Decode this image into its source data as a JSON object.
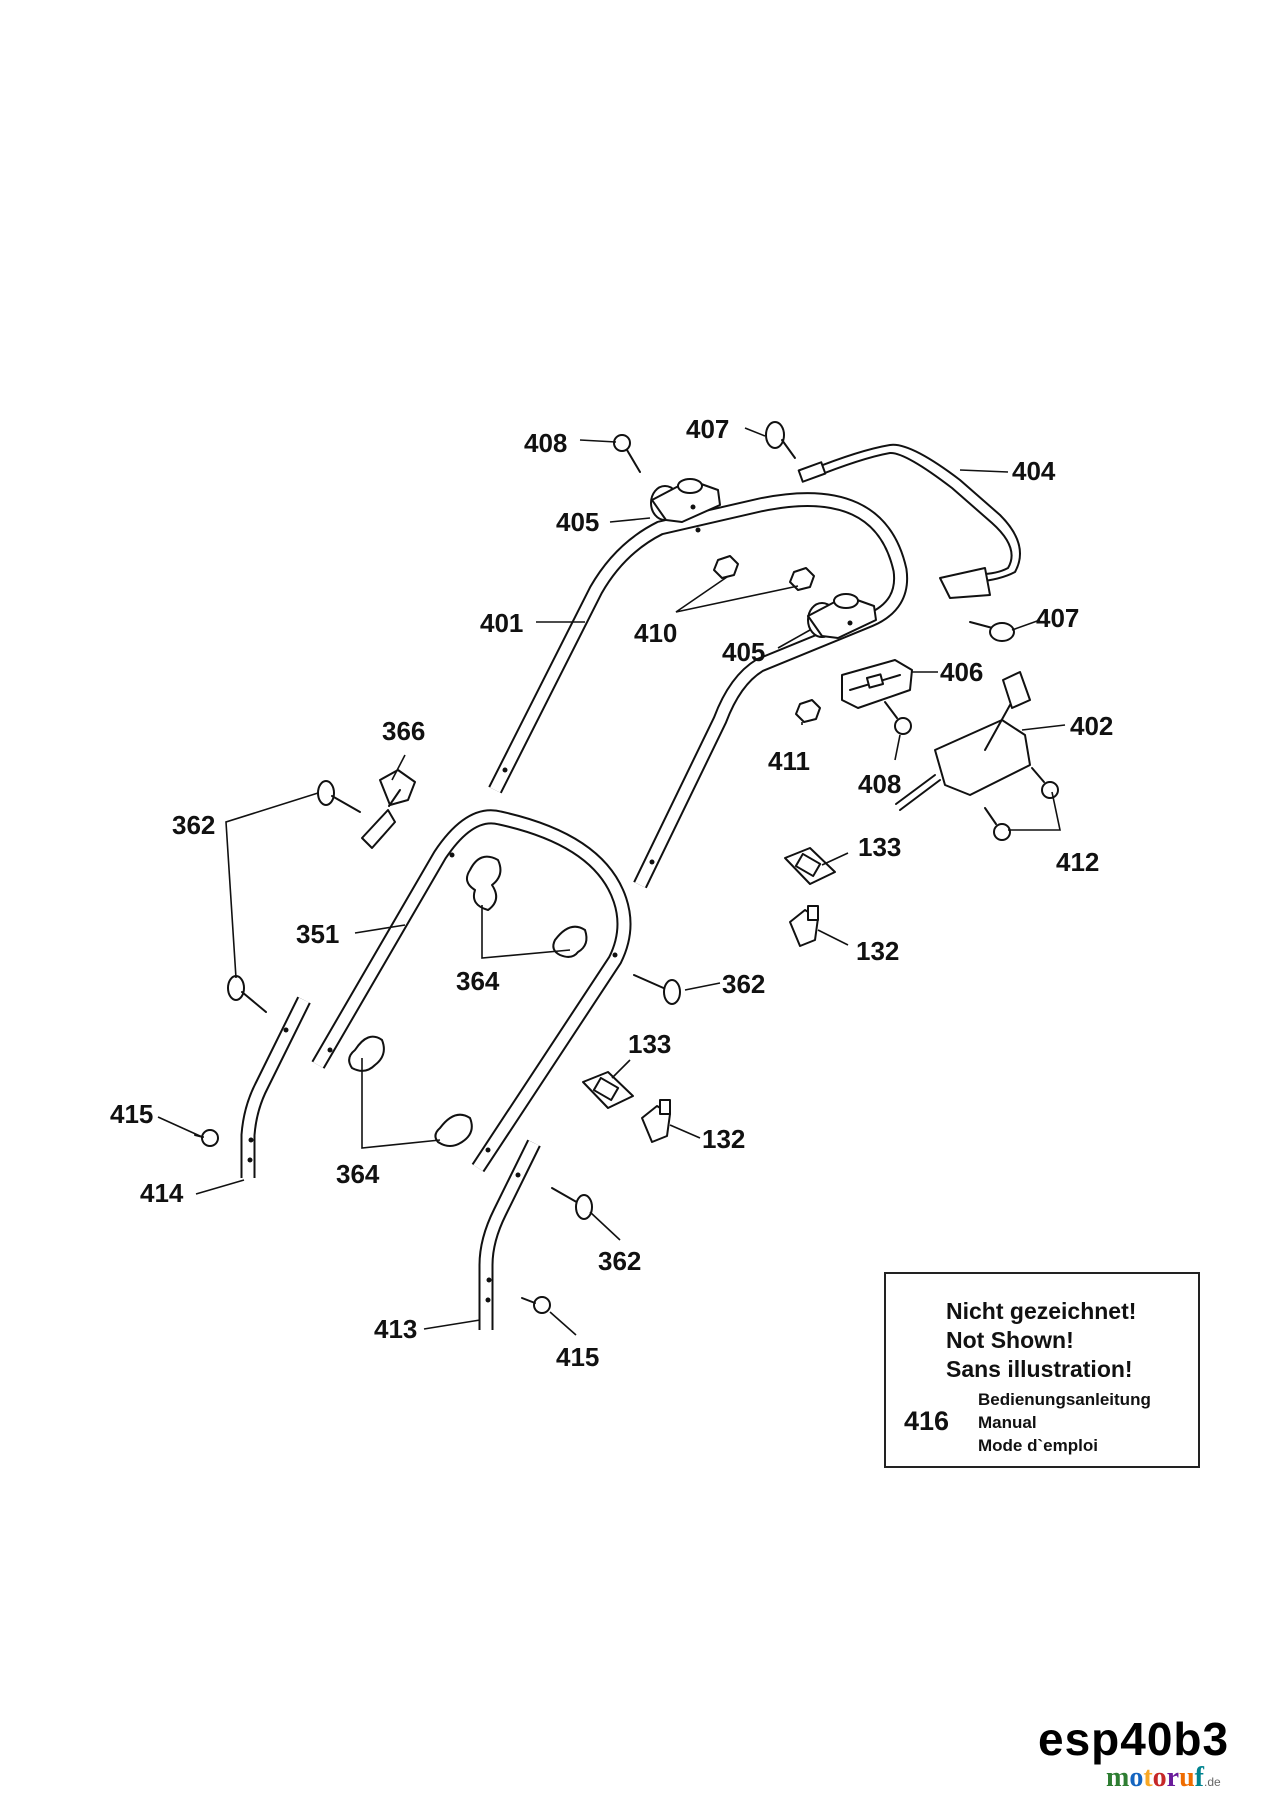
{
  "labels": {
    "l408a": "408",
    "l407a": "407",
    "l404": "404",
    "l405a": "405",
    "l401": "401",
    "l410": "410",
    "l405b": "405",
    "l407b": "407",
    "l406": "406",
    "l402": "402",
    "l366": "366",
    "l411": "411",
    "l408b": "408",
    "l362a": "362",
    "l412": "412",
    "l133a": "133",
    "l351": "351",
    "l132a": "132",
    "l364a": "364",
    "l362b": "362",
    "l133b": "133",
    "l415a": "415",
    "l132b": "132",
    "l364b": "364",
    "l414": "414",
    "l362c": "362",
    "l413": "413",
    "l415b": "415"
  },
  "note": {
    "line1": "Nicht gezeichnet!",
    "line2": "Not Shown!",
    "line3": "Sans illustration!",
    "part_number": "416",
    "desc1": "Bedienungsanleitung",
    "desc2": "Manual",
    "desc3": "Mode d`emploi"
  },
  "model_code": "esp40b3",
  "watermark": {
    "text": "motoruf",
    "suffix": ".de",
    "colors": [
      "#2e7d32",
      "#1565c0",
      "#f9a825",
      "#c62828",
      "#6a1b9a",
      "#ef6c00",
      "#00838f"
    ]
  }
}
